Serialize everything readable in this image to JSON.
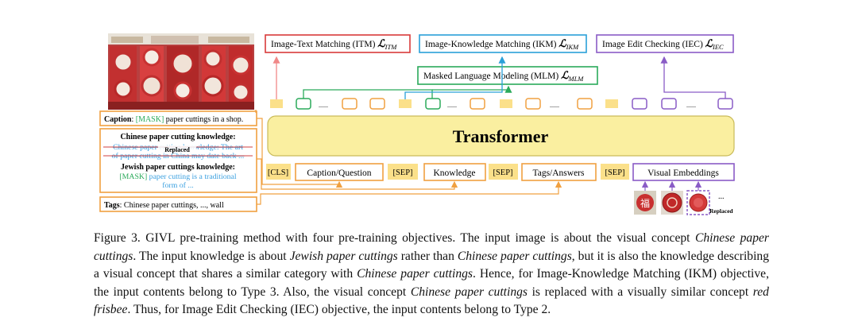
{
  "figure": {
    "objectives": {
      "itm": "Image-Text Matching (ITM)",
      "itm_sym": "ℒ",
      "itm_sub": "ITM",
      "ikm": "Image-Knowledge Matching (IKM)",
      "ikm_sym": "ℒ",
      "ikm_sub": "IKM",
      "iec": "Image Edit Checking (IEC)",
      "iec_sym": "ℒ",
      "iec_sub": "IEC",
      "mlm": "Masked Language Modeling (MLM)",
      "mlm_sym": "ℒ",
      "mlm_sub": "MLM"
    },
    "ellipsis": "......",
    "transformer": "Transformer",
    "inputs": {
      "cls": "[CLS]",
      "caption_question": "Caption/Question",
      "sep1": "[SEP]",
      "knowledge": "Knowledge",
      "sep2": "[SEP]",
      "tags_answers": "Tags/Answers",
      "sep3": "[SEP]",
      "visual_embeddings": "Visual Embeddings"
    },
    "left": {
      "caption_label": "Caption",
      "caption_colon": ": ",
      "caption_mask": "[MASK]",
      "caption_text": " paper cuttings in a shop.",
      "chinese_title": "Chinese paper cutting knowledge:",
      "chinese_struck_1": "Chinese paper cutting knowledge: The art",
      "chinese_struck_2": "of paper cutting in China may date back ...",
      "replaced": "Replaced",
      "jewish_title": "Jewish paper cuttings knowledge:",
      "jewish_mask": "[MASK]",
      "jewish_text_1": " paper cutting is a traditional",
      "jewish_text_2": "form of ...",
      "tags_label": "Tags",
      "tags_text": ": Chinese paper cuttings, ..., wall"
    },
    "images": {
      "glyph": "福",
      "dots": "...",
      "replaced": "Replaced"
    },
    "colors": {
      "orange": "#f0a040",
      "purple": "#8a5cc6",
      "green": "#2aaa5a",
      "red": "#d93a3a",
      "blue": "#2aa0d8",
      "transformer_fill": "#faefa0",
      "token_fill": "#fbe08a",
      "mask_text": "#2aaa5a",
      "struck_text": "#3aa0e0"
    }
  },
  "caption": {
    "s1a": "Figure 3. GIVL pre-training method with four pre-training objectives. The input image is about the visual concept ",
    "s1b": "Chinese paper cuttings",
    "s1c": ". The input knowledge is about ",
    "s2a": "Jewish paper cuttings",
    "s2b": " rather than ",
    "s2c": "Chinese paper cuttings",
    "s2d": ", but it is also the knowledge describing a visual concept that shares a similar category with ",
    "s3a": "Chinese paper cuttings",
    "s3b": ".  Hence, for Image-Knowledge Matching (IKM) objective, the input contents belong to Type 3.  Also, the visual concept ",
    "s4a": "Chinese paper cuttings",
    "s4b": " is replaced with a visually similar concept ",
    "s4c": "red frisbee",
    "s4d": ". Thus, for Image Edit Checking (IEC) objective, the input contents belong to Type 2."
  }
}
